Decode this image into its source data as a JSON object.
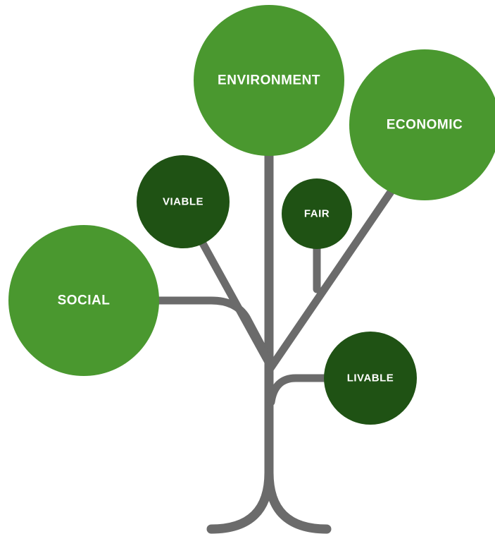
{
  "colors": {
    "primary_green": "#4a982f",
    "dark_green": "#1f5214",
    "trunk_gray": "#6b6b6b",
    "label_white": "#ffffff"
  },
  "nodes": {
    "environment": {
      "label": "ENVIRONMENT",
      "tone": "primary"
    },
    "economic": {
      "label": "ECONOMIC",
      "tone": "primary"
    },
    "social": {
      "label": "SOCIAL",
      "tone": "primary"
    },
    "viable": {
      "label": "VIABLE",
      "tone": "dark"
    },
    "fair": {
      "label": "FAIR",
      "tone": "dark"
    },
    "livable": {
      "label": "LIVABLE",
      "tone": "dark"
    }
  }
}
